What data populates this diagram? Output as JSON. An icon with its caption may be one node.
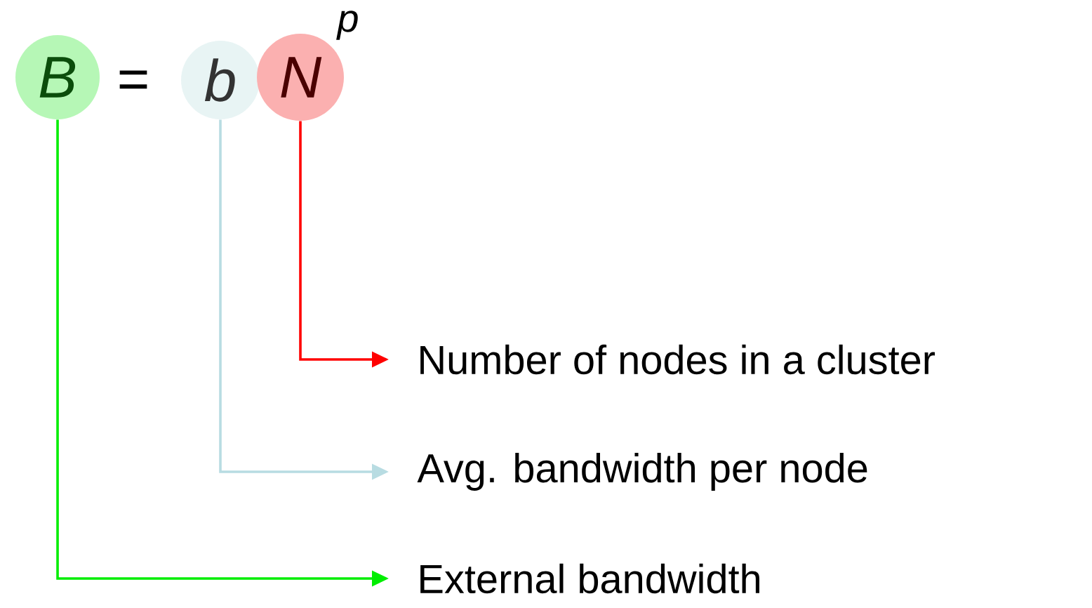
{
  "diagram": {
    "nodes": [
      {
        "text": [
          "B"
        ]
      },
      {
        "text": [
          "b"
        ]
      },
      {
        "text": [
          "N"
        ]
      },
      {
        "text": [
          "Number of nodes in a cluster"
        ]
      },
      {
        "text": [
          "Avg. bandwidth per node"
        ]
      },
      {
        "text": [
          "External bandwidth"
        ]
      }
    ],
    "edges": [
      {
        "from": 2,
        "to": 3,
        "arrow": "to",
        "color": "#ff0000"
      },
      {
        "from": 1,
        "to": 4,
        "arrow": "to",
        "color": "#b8dce2"
      },
      {
        "from": 0,
        "to": 5,
        "arrow": "to",
        "color": "#00ee00"
      }
    ],
    "labels": [
      "=",
      "p"
    ]
  }
}
